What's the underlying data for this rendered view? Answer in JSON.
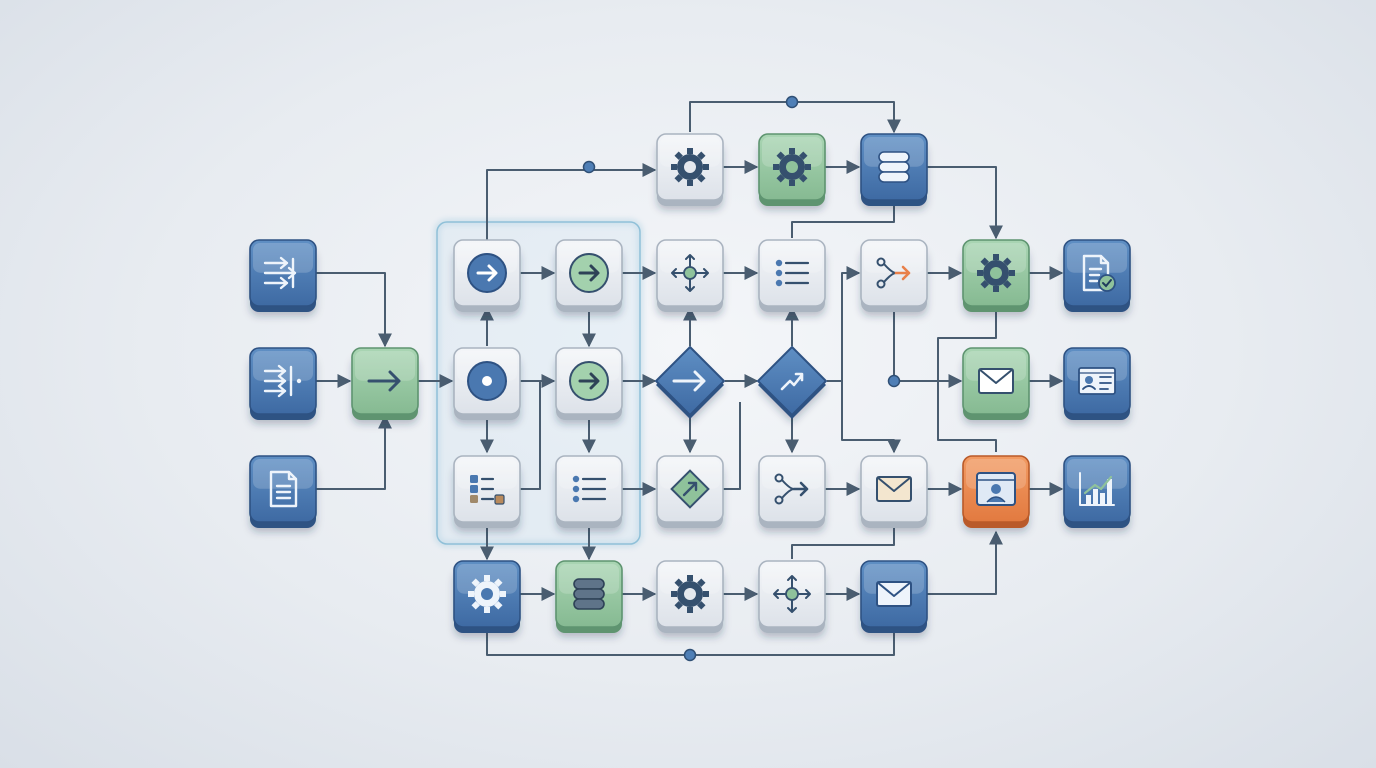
{
  "colors": {
    "blue": "#4a78b0",
    "green": "#8fc29b",
    "gray": "#e4e8ee",
    "orange": "#e8804a",
    "line": "#4a5d70",
    "glyph": "#35506e",
    "group": "#8fc0d8"
  },
  "nodes": [
    {
      "id": "in1",
      "shape": "box",
      "color": "blue",
      "icon": "split-arrows-icon"
    },
    {
      "id": "in2",
      "shape": "box",
      "color": "blue",
      "icon": "merge-arrows-icon"
    },
    {
      "id": "in3",
      "shape": "box",
      "color": "blue",
      "icon": "document-icon"
    },
    {
      "id": "start",
      "shape": "box",
      "color": "green",
      "icon": "arrow-right-icon"
    },
    {
      "id": "g1",
      "shape": "box",
      "color": "gray",
      "icon": "circle-arrow-icon"
    },
    {
      "id": "g2",
      "shape": "box",
      "color": "gray",
      "icon": "circle-arrow-green-icon"
    },
    {
      "id": "g3",
      "shape": "box",
      "color": "gray",
      "icon": "record-icon"
    },
    {
      "id": "g4",
      "shape": "box",
      "color": "gray",
      "icon": "circle-arrow-green-icon"
    },
    {
      "id": "g5",
      "shape": "box",
      "color": "gray",
      "icon": "grid-list-icon"
    },
    {
      "id": "g6",
      "shape": "box",
      "color": "gray",
      "icon": "list-icon"
    },
    {
      "id": "top1",
      "shape": "box",
      "color": "gray",
      "icon": "gear-icon"
    },
    {
      "id": "top2",
      "shape": "box",
      "color": "green",
      "icon": "gear-icon"
    },
    {
      "id": "db1",
      "shape": "box",
      "color": "blue",
      "icon": "database-icon"
    },
    {
      "id": "move1",
      "shape": "box",
      "color": "gray",
      "icon": "move-icon"
    },
    {
      "id": "list2",
      "shape": "box",
      "color": "gray",
      "icon": "list-icon"
    },
    {
      "id": "branch1",
      "shape": "box",
      "color": "gray",
      "icon": "branch-icon"
    },
    {
      "id": "gear3",
      "shape": "box",
      "color": "green",
      "icon": "gear-icon"
    },
    {
      "id": "doc2",
      "shape": "box",
      "color": "blue",
      "icon": "document-check-icon"
    },
    {
      "id": "dia1",
      "shape": "diamond",
      "color": "blue",
      "icon": "arrow-right-icon"
    },
    {
      "id": "dia2",
      "shape": "diamond",
      "color": "blue",
      "icon": "trend-arrow-icon"
    },
    {
      "id": "mail1",
      "shape": "box",
      "color": "green",
      "icon": "mail-icon"
    },
    {
      "id": "card1",
      "shape": "box",
      "color": "blue",
      "icon": "id-card-icon"
    },
    {
      "id": "dia3",
      "shape": "box",
      "color": "gray",
      "icon": "diamond-arrow-icon"
    },
    {
      "id": "branch2",
      "shape": "box",
      "color": "gray",
      "icon": "branch-icon"
    },
    {
      "id": "mail2",
      "shape": "box",
      "color": "gray",
      "icon": "mail-icon"
    },
    {
      "id": "profile",
      "shape": "box",
      "color": "orange",
      "icon": "profile-icon"
    },
    {
      "id": "chart",
      "shape": "box",
      "color": "blue",
      "icon": "bar-chart-icon"
    },
    {
      "id": "gear4",
      "shape": "box",
      "color": "blue",
      "icon": "gear-icon"
    },
    {
      "id": "db2",
      "shape": "box",
      "color": "green",
      "icon": "database-icon"
    },
    {
      "id": "gear5",
      "shape": "box",
      "color": "gray",
      "icon": "gear-icon"
    },
    {
      "id": "move2",
      "shape": "box",
      "color": "gray",
      "icon": "move-icon"
    },
    {
      "id": "mail3",
      "shape": "box",
      "color": "blue",
      "icon": "mail-icon"
    }
  ]
}
